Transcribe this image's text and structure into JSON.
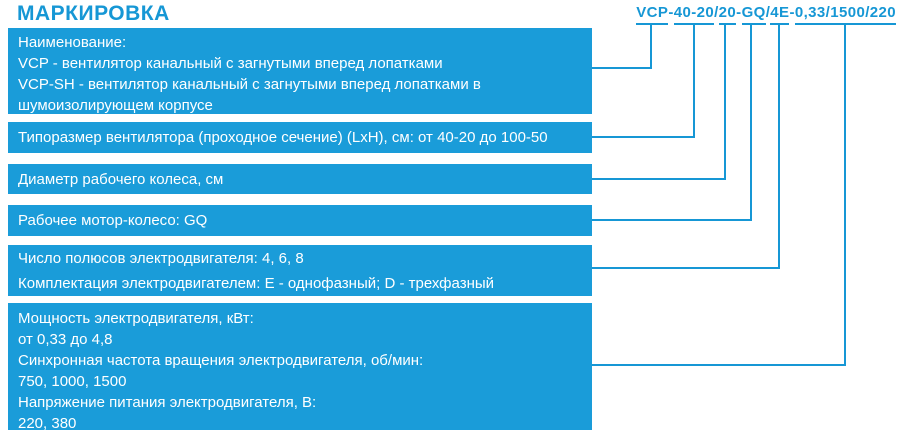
{
  "title": "МАРКИРОВКА",
  "colors": {
    "accent": "#1697d5",
    "box_bg": "#1a9cd9",
    "box_text": "#ffffff"
  },
  "code": {
    "full": "VCP-40-20/20-GQ/4E-0,33/1500/220",
    "parts": [
      {
        "text": "VCP",
        "underlined": true
      },
      {
        "text": "-",
        "underlined": false
      },
      {
        "text": "40-20",
        "underlined": true
      },
      {
        "text": "/",
        "underlined": false
      },
      {
        "text": "20",
        "underlined": true
      },
      {
        "text": "-",
        "underlined": false
      },
      {
        "text": "GQ",
        "underlined": true
      },
      {
        "text": "/",
        "underlined": false
      },
      {
        "text": "4E",
        "underlined": true
      },
      {
        "text": "-",
        "underlined": false
      },
      {
        "text": "0,33/1500/220",
        "underlined": true
      }
    ]
  },
  "boxes": [
    {
      "id": "name",
      "lines": [
        "Наименование:",
        "VCP - вентилятор канальный с загнутыми вперед лопатками",
        "VCP-SH - вентилятор канальный с загнутыми вперед лопатками в",
        "шумоизолирующем корпусе"
      ]
    },
    {
      "id": "typesize",
      "lines": [
        "Типоразмер вентилятора (проходное сечение) (LxH), см: от 40-20 до 100-50"
      ]
    },
    {
      "id": "impeller-diameter",
      "lines": [
        "Диаметр рабочего колеса, см"
      ]
    },
    {
      "id": "motor-wheel",
      "lines": [
        "Рабочее мотор-колесо: GQ"
      ]
    },
    {
      "id": "poles",
      "lines": [
        "Число полюсов электродвигателя: 4, 6, 8",
        "Комплектация электродвигателем: E - однофазный; D - трехфазный"
      ]
    },
    {
      "id": "power",
      "lines": [
        "Мощность электродвигателя, кВт:",
        "от 0,33 до 4,8",
        "Синхронная частота вращения электродвигателя, об/мин:",
        "750, 1000, 1500",
        "Напряжение питания электродвигателя, В:",
        "220, 380"
      ]
    }
  ]
}
